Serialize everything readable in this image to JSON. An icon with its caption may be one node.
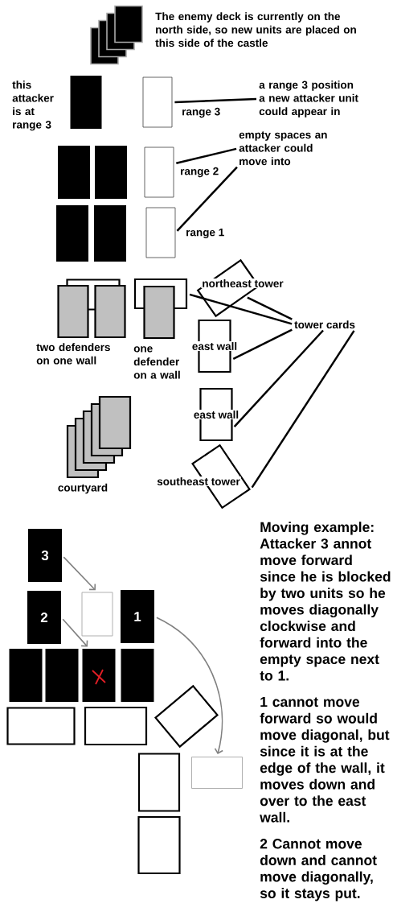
{
  "diagram": {
    "nodes": [
      {
        "text": [],
        "shape": "box",
        "beside": [
          "The enemy deck is currently on the north side, so new units are placed on this side of the castle"
        ]
      },
      {
        "text": [],
        "shape": "box"
      },
      {
        "text": [],
        "shape": "box",
        "beside": [
          "range 3"
        ]
      },
      {
        "text": [
          "a range 3 position a new attacker unit could appear in"
        ]
      },
      {
        "text": [],
        "shape": "box"
      },
      {
        "text": [],
        "shape": "box"
      },
      {
        "text": [],
        "shape": "box",
        "beside": [
          "range 2"
        ]
      },
      {
        "text": [
          "empty spaces an attacker could move into"
        ]
      },
      {
        "text": [],
        "shape": "box"
      },
      {
        "text": [],
        "shape": "box"
      },
      {
        "text": [],
        "shape": "box",
        "beside": [
          "range 1"
        ]
      },
      {
        "text": [],
        "shape": "box"
      },
      {
        "text": [],
        "shape": "box"
      },
      {
        "text": [],
        "shape": "box"
      },
      {
        "text": [],
        "shape": "box"
      },
      {
        "text": [],
        "shape": "box"
      },
      {
        "text": [
          "northeast tower"
        ]
      },
      {
        "text": [
          "east wall"
        ]
      },
      {
        "text": [
          "east wall"
        ]
      },
      {
        "text": [],
        "shape": "box",
        "beside": [
          "courtyard"
        ]
      },
      {
        "text": [
          "southeast tower"
        ]
      },
      {
        "text": [
          "tower cards"
        ]
      },
      {
        "text": [
          "3"
        ]
      },
      {
        "text": [
          "2"
        ]
      },
      {
        "text": [],
        "shape": "box"
      },
      {
        "text": [
          "1"
        ]
      },
      {
        "text": [],
        "shape": "box"
      },
      {
        "text": [],
        "shape": "box"
      },
      {
        "text": [],
        "shape": "box"
      },
      {
        "text": [],
        "shape": "box"
      },
      {
        "text": [],
        "shape": "box"
      },
      {
        "text": [],
        "shape": "box"
      },
      {
        "text": [],
        "shape": "box"
      },
      {
        "text": [],
        "shape": "box"
      },
      {
        "text": [],
        "shape": "box"
      },
      {
        "text": [],
        "shape": "box"
      }
    ],
    "edges": [
      {
        "from": 3,
        "to": 2,
        "arrow": "none"
      },
      {
        "from": 7,
        "to": 6,
        "arrow": "none"
      },
      {
        "from": 7,
        "to": 10,
        "arrow": "none"
      },
      {
        "from": 21,
        "to": 14,
        "arrow": "none"
      },
      {
        "from": 21,
        "to": 16,
        "arrow": "none"
      },
      {
        "from": 21,
        "to": 17,
        "arrow": "none"
      },
      {
        "from": 21,
        "to": 18,
        "arrow": "none"
      },
      {
        "from": 21,
        "to": 20,
        "arrow": "none"
      },
      {
        "from": 22,
        "to": 24,
        "arrow": "to",
        "color": "#808080"
      },
      {
        "from": 23,
        "to": 28,
        "arrow": "to",
        "color": "#808080"
      },
      {
        "from": 25,
        "to": 34,
        "arrow": "to",
        "color": "#808080"
      }
    ],
    "labels": [
      "this attacker is at range 3",
      "two defenders on one wall",
      "one defender on a wall",
      "Moving example: Attacker 3 annot move forward since he is blocked by two units so he moves diagonally clockwise and forward into the empty space next to 1.",
      "1 cannot move forward so would move diagonal, but since it is at the edge of the wall, it moves down and over to the east wall.",
      "2 Cannot move down and cannot move diagonally, so it stays put."
    ]
  }
}
